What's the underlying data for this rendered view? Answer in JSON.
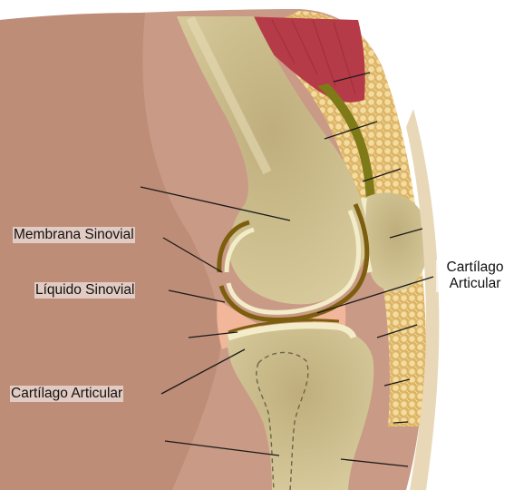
{
  "diagram": {
    "labels": {
      "membrana_sinovial": "Membrana Sinovial",
      "liquido_sinovial": "Líquido Sinovial",
      "cartilago_articular_left": "Cartílago Articular",
      "cartilago_articular_right_line1": "Cartílago",
      "cartilago_articular_right_line2": "Articular"
    },
    "colors": {
      "skin": "#c99a86",
      "skin_dark": "#b78672",
      "bone": "#c9b98a",
      "bone_light": "#e6dcb3",
      "marrow_fat": "#dcb468",
      "muscle": "#b53b48",
      "synovial_membrane": "#8a6a12",
      "synovial_fluid": "#f2b79a",
      "cartilage": "#f3ecc9"
    }
  }
}
